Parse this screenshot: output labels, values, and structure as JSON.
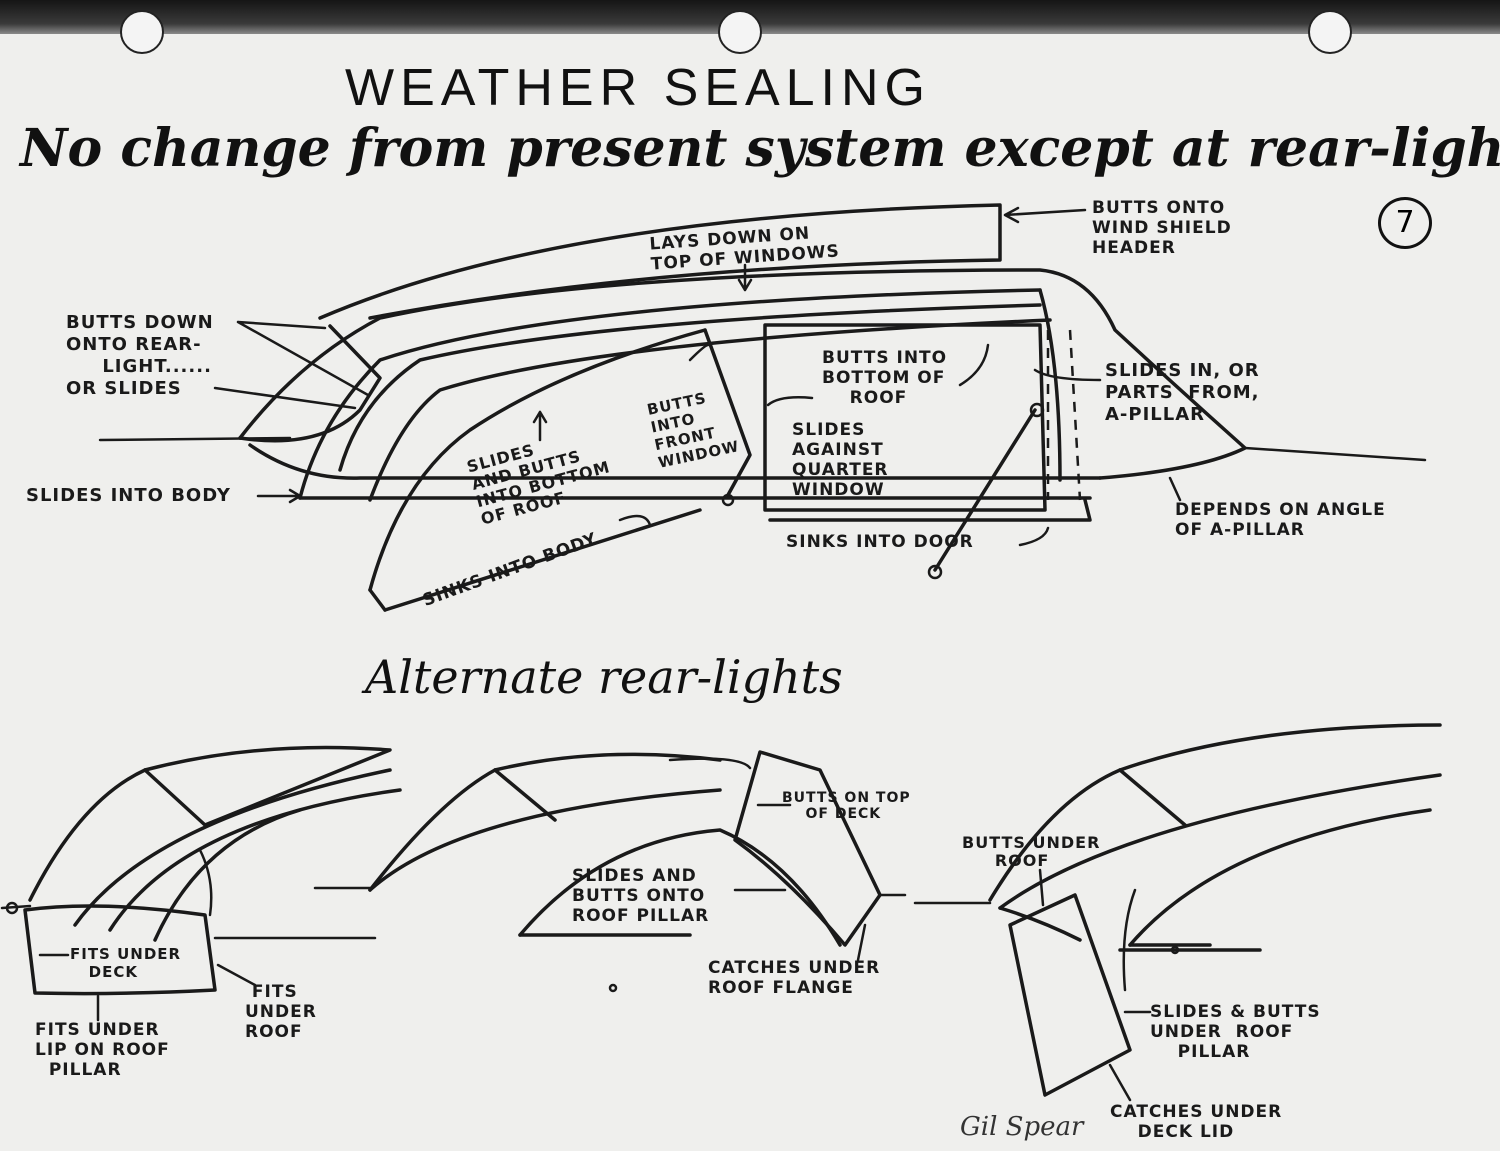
{
  "title": "WEATHER SEALING",
  "subtitle": "No change from present system except at rear-light",
  "page_number": "7",
  "top_diagram_labels": {
    "butts_windshield": "BUTTS ONTO\nWIND SHIELD\nHEADER",
    "lays_down": "LAYS DOWN ON\nTOP OF WINDOWS",
    "butts_down_rear": "BUTTS DOWN\nONTO REAR-\n     LIGHT......\nOR SLIDES",
    "butts_bottom_roof": "BUTTS INTO\nBOTTOM OF\n    ROOF",
    "slides_a_pillar": "SLIDES IN, OR\nPARTS  FROM,\nA-PILLAR",
    "butts_front_window": "BUTTS\nINTO\nFRONT\nWINDOW",
    "slides_butts_roof": "SLIDES\nAND BUTTS\nINTO BOTTOM\nOF ROOF",
    "slides_quarter": "SLIDES\nAGAINST\nQUARTER\nWINDOW",
    "slides_body": "SLIDES INTO BODY",
    "sinks_body": "SINKS INTO BODY",
    "sinks_door": "SINKS INTO DOOR",
    "depends_a_pillar": "DEPENDS ON ANGLE\nOF A-PILLAR"
  },
  "alternate_title": "Alternate rear-lights",
  "bottom_diagram_labels": {
    "fits_under_deck": "FITS UNDER\n   DECK",
    "fits_under_roof": " FITS\nUNDER\nROOF",
    "fits_under_lip": "FITS UNDER\nLIP ON ROOF\n  PILLAR",
    "butts_top_deck": "BUTTS ON TOP\n    OF DECK",
    "slides_butts_pillar": "SLIDES AND\nBUTTS ONTO\nROOF PILLAR",
    "catches_roof_flange": "CATCHES UNDER\nROOF FLANGE",
    "butts_under_roof": "BUTTS UNDER\n     ROOF",
    "slides_butts_under": "SLIDES & BUTTS\nUNDER  ROOF\n    PILLAR",
    "catches_deck_lid": "CATCHES UNDER\n    DECK LID"
  },
  "signature": "Gil Spear"
}
